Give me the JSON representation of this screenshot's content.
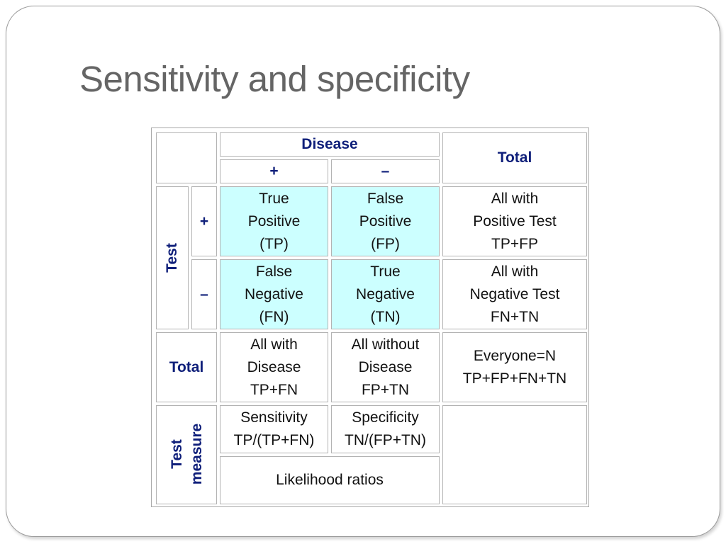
{
  "title": {
    "part1": "Sensitivity",
    "part2": " and ",
    "part3": "specificity"
  },
  "table": {
    "disease_header": "Disease",
    "total_header": "Total",
    "plus": "+",
    "minus": "–",
    "test_label": "Test",
    "rows": {
      "pos": {
        "sign": "+",
        "tp": [
          "True",
          "Positive",
          "(TP)"
        ],
        "fp": [
          "False",
          "Positive",
          "(FP)"
        ],
        "total": [
          "All with",
          "Positive Test",
          "TP+FP"
        ]
      },
      "neg": {
        "sign": "–",
        "fn": [
          "False",
          "Negative",
          "(FN)"
        ],
        "tn": [
          "True",
          "Negative",
          "(TN)"
        ],
        "total": [
          "All with",
          "Negative Test",
          "FN+TN"
        ]
      }
    },
    "total_row": {
      "label": "Total",
      "disease_pos": [
        "All with",
        "Disease",
        "TP+FN"
      ],
      "disease_neg": [
        "All without",
        "Disease",
        "FP+TN"
      ],
      "grand": [
        "Everyone=N",
        "TP+FP+FN+TN"
      ]
    },
    "measure": {
      "label_line1": "Test",
      "label_line2": "measure",
      "sensitivity": [
        "Sensitivity",
        "TP/(TP+FN)"
      ],
      "specificity": [
        "Specificity",
        "TN/(FP+TN)"
      ],
      "likelihood": "Likelihood ratios"
    }
  },
  "colors": {
    "title": "#656565",
    "header_text": "#0f1f7a",
    "highlight_cell": "#ccffff",
    "cell_border": "#b3b3b3"
  }
}
